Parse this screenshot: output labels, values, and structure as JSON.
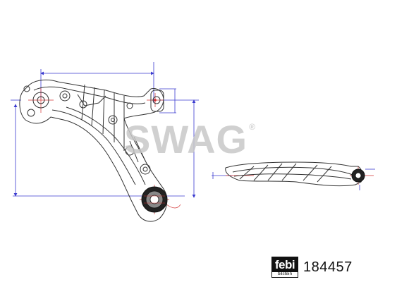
{
  "watermark": {
    "text": "SWAG",
    "mark": "®"
  },
  "logo": {
    "brand": "febi",
    "sub": "bilstein"
  },
  "part_number": "184457"
}
